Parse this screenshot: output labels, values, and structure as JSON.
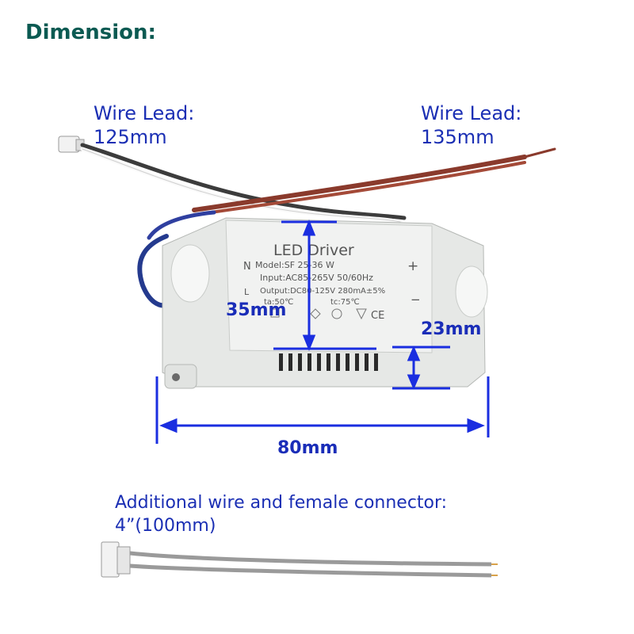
{
  "title": "Dimension:",
  "wire_lead_left": {
    "label": "Wire Lead:",
    "value": "125mm"
  },
  "wire_lead_right": {
    "label": "Wire Lead:",
    "value": "135mm"
  },
  "dimensions": {
    "height": "35mm",
    "depth": "23mm",
    "width": "80mm"
  },
  "driver_label": {
    "name": "LED Driver",
    "model": "Model:SF 25-36 W",
    "input": "Input:AC85-265V 50/60Hz",
    "output": "Output:DC80-125V 280mA±5%",
    "ta": "ta:50℃",
    "tc": "tc:75℃",
    "n": "N",
    "l": "L",
    "plus": "+",
    "minus": "−",
    "ce": "CE"
  },
  "extra": {
    "line1": "Additional wire and female connector:",
    "line2": "4”(100mm)"
  },
  "colors": {
    "title": "#0b5a52",
    "text": "#1b2fb4",
    "arrow": "#1a2ee0",
    "housing": "#e6e8e6"
  }
}
